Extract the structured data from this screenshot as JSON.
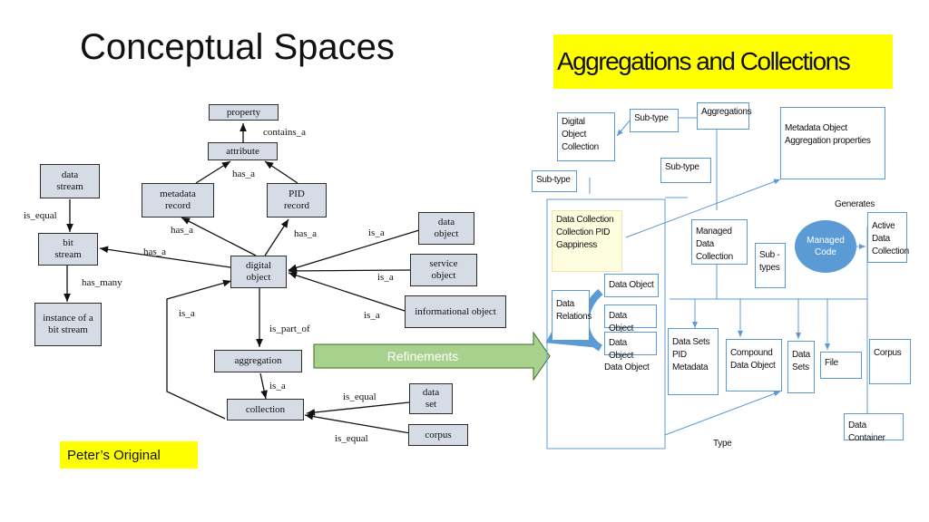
{
  "slide_title": "Conceptual Spaces",
  "left_diagram": {
    "nodes": {
      "property": "property",
      "attribute": "attribute",
      "metadata_record": "metadata record",
      "pid_record": "PID record",
      "data_stream": "data stream",
      "bit_stream": "bit stream",
      "instance": "instance of a bit stream",
      "digital_object": "digital object",
      "data_object": "data object",
      "service_object": "service object",
      "informational_object": "informational object",
      "aggregation": "aggregation",
      "collection": "collection",
      "data_set": "data set",
      "corpus": "corpus"
    },
    "edge_labels": {
      "contains_a": "contains_a",
      "has_a_attr": "has_a",
      "has_a_meta": "has_a",
      "has_a_pid": "has_a",
      "has_a_bit": "has_a",
      "is_equal_stream": "is_equal",
      "has_many": "has_many",
      "is_a_data": "is_a",
      "is_a_service": "is_a",
      "is_a_info": "is_a",
      "is_a_collection": "is_a",
      "is_part_of": "is_part_of",
      "is_a_agg": "is_a",
      "is_equal_set": "is_equal",
      "is_equal_corpus": "is_equal"
    },
    "note": "Peter’s Original"
  },
  "refinements_label": "Refinements",
  "right_diagram": {
    "title": "Aggregations and Collections",
    "boxes": {
      "digital_object_collection": "Digital Object Collection",
      "sub_type_top": "Sub-type",
      "aggregations": "Aggregations",
      "sub_type_mid": "Sub-type",
      "sub_type_left": "Sub-type",
      "metadata_object": "Metadata Object Aggregation properties",
      "generates": "Generates",
      "data_collection": "Data Collection Collection PID Gappiness",
      "managed_data_collection": "Managed Data Collection",
      "sub_types": "Sub -types",
      "managed_code": "Managed Code",
      "active_data_collection": "Active Data Collection",
      "data_relations": "Data Relations",
      "data_object_1": "Data Object",
      "data_object_2": "Data Object",
      "data_object_3": "Data Object",
      "data_object_caption": "Data Object",
      "data_sets_pid": "Data Sets PID Metadata",
      "compound_data_object": "Compound Data Object",
      "data_sets": "Data Sets",
      "file": "File",
      "corpus": "Corpus",
      "data_container": "Data Container",
      "type": "Type"
    }
  },
  "colors": {
    "box_fill": "#d6dce5",
    "highlight": "#ffff00",
    "arrow_green": "#a9d18e",
    "right_blue": "#5b9bd5"
  }
}
